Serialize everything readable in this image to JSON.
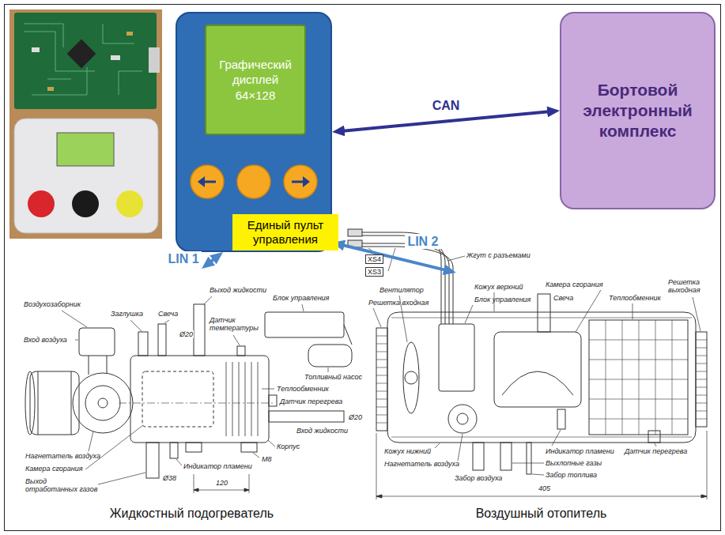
{
  "diagram": {
    "nodes": [
      {
        "text": [
          "Единый пульт управления"
        ]
      },
      {
        "text": [
          "Графический дисплей 64×128"
        ],
        "in": 0
      },
      {
        "text": [
          "Бортовой электронный комплекс"
        ]
      },
      {
        "text": [
          "Жидкостный подогреватель"
        ]
      },
      {
        "text": [
          "Воздушный отопитель"
        ]
      }
    ],
    "edges": [
      {
        "from": 0,
        "to": 2,
        "arrow": "both",
        "label": "CAN"
      },
      {
        "from": 0,
        "to": 3,
        "arrow": "both",
        "label": "LIN 1"
      },
      {
        "from": 0,
        "to": 4,
        "arrow": "both",
        "label": "LIN 2"
      }
    ],
    "labels": [
      "Воздухозаборник",
      "Вход воздуха",
      "Заглушка",
      "Свеча",
      "Выход жидкости",
      "Ø20",
      "Датчик температуры",
      "Блок управления",
      "Топливный насос",
      "Теплообменник",
      "Датчик перегрева",
      "Вход жидкости",
      "Ø20",
      "Нагнетатель воздуха",
      "Камера сгорания",
      "Выход отработанных газов",
      "Ø38",
      "Индикатор пламени",
      "Корпус",
      "М8",
      "120",
      "XS4",
      "XS3",
      "Жгут с разъемами",
      "Вентилятор",
      "Решетка входная",
      "Кожух верхний",
      "Блок управления",
      "Свеча",
      "Камера сгорания",
      "Теплообменник",
      "Решетка выходная",
      "Кожух нижний",
      "Нагнетатель воздуха",
      "Забор воздуха",
      "Индикатор пламени",
      "Выхлопные газы",
      "Забор топлива",
      "Датчик перегрева",
      "405"
    ]
  }
}
